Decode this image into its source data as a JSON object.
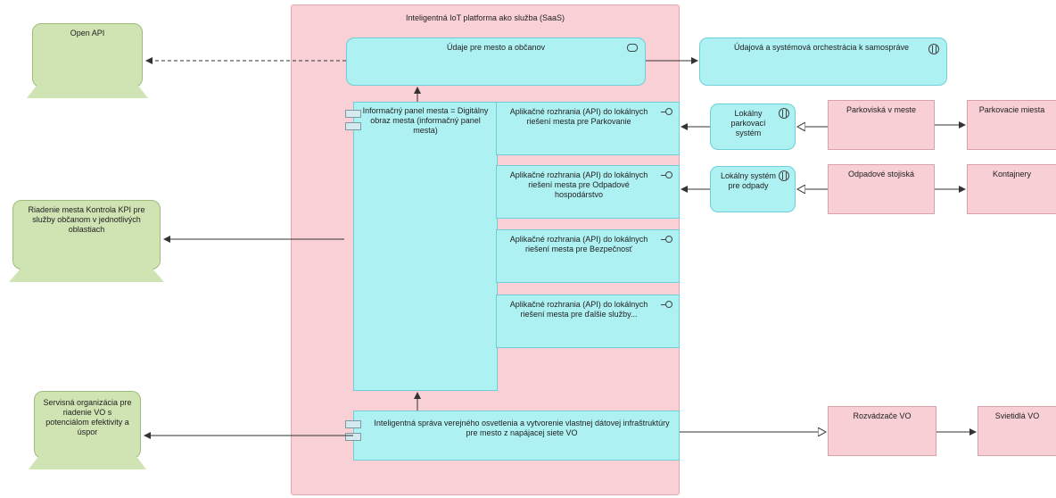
{
  "container": {
    "title": "Inteligentná IoT platforma ako služba (SaaS)"
  },
  "actors": {
    "open_api": "Open API",
    "city_kpi": "Riadenie mesta Kontrola KPI pre služby občanom v jednotlivých oblastiach",
    "service_org": "Servisná organizácia pre riadenie VO s potenciálom efektivity a úspor"
  },
  "data_citizens": "Údaje pre mesto a občanov",
  "orchestration": "Údajová a systémová orchestrácia k samospráve",
  "dashboard": "Informačný panel mesta = Digitálny obraz mesta (informačný panel mesta)",
  "apis": [
    "Aplikačné rozhrania (API) do lokálnych riešení mesta pre Parkovanie",
    "Aplikačné rozhrania (API) do lokálnych riešení mesta pre Odpadové hospodárstvo",
    "Aplikačné rozhrania (API) do lokálnych riešení mesta pre Bezpečnosť",
    "Aplikačné rozhrania (API) do lokálnych riešení mesta pre ďalšie služby..."
  ],
  "systems": {
    "parking": "Lokálny parkovací systém",
    "waste": "Lokálny systém pre odpady"
  },
  "pink_nodes": {
    "parking_lots": "Parkoviská v meste",
    "parking_spots": "Parkovacie miesta",
    "waste_sites": "Odpadové stojiská",
    "containers": "Kontajnery",
    "switchboards": "Rozvádzače VO",
    "luminaires": "Svietidlá VO"
  },
  "lighting": "Inteligentná správa verejného osvetlenia a vytvorenie vlastnej dátovej infraštruktúry pre mesto z napájacej siete VO"
}
